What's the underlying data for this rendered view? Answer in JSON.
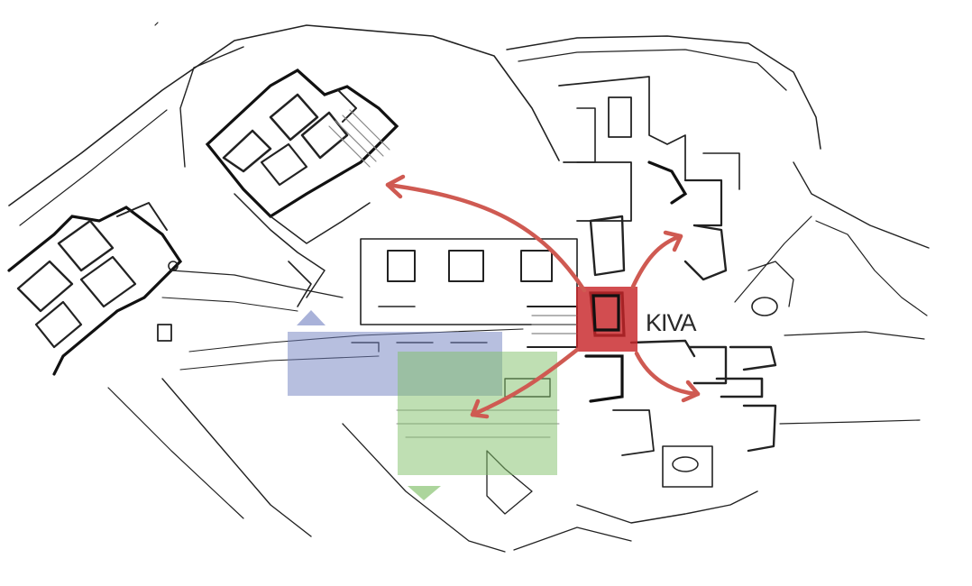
{
  "map": {
    "label": "KIVA"
  },
  "colors": {
    "hub": "#c8262a",
    "arrow": "#cf5a52",
    "zone_blue": "#6f7fbf",
    "zone_green": "#7fbf67",
    "ink": "#222222"
  },
  "zones": [
    {
      "name": "blue-zone",
      "pointer": "up"
    },
    {
      "name": "green-zone",
      "pointer": "down"
    }
  ],
  "arrows": [
    {
      "direction": "north-west"
    },
    {
      "direction": "north-east"
    },
    {
      "direction": "south-west"
    },
    {
      "direction": "south-east"
    }
  ]
}
